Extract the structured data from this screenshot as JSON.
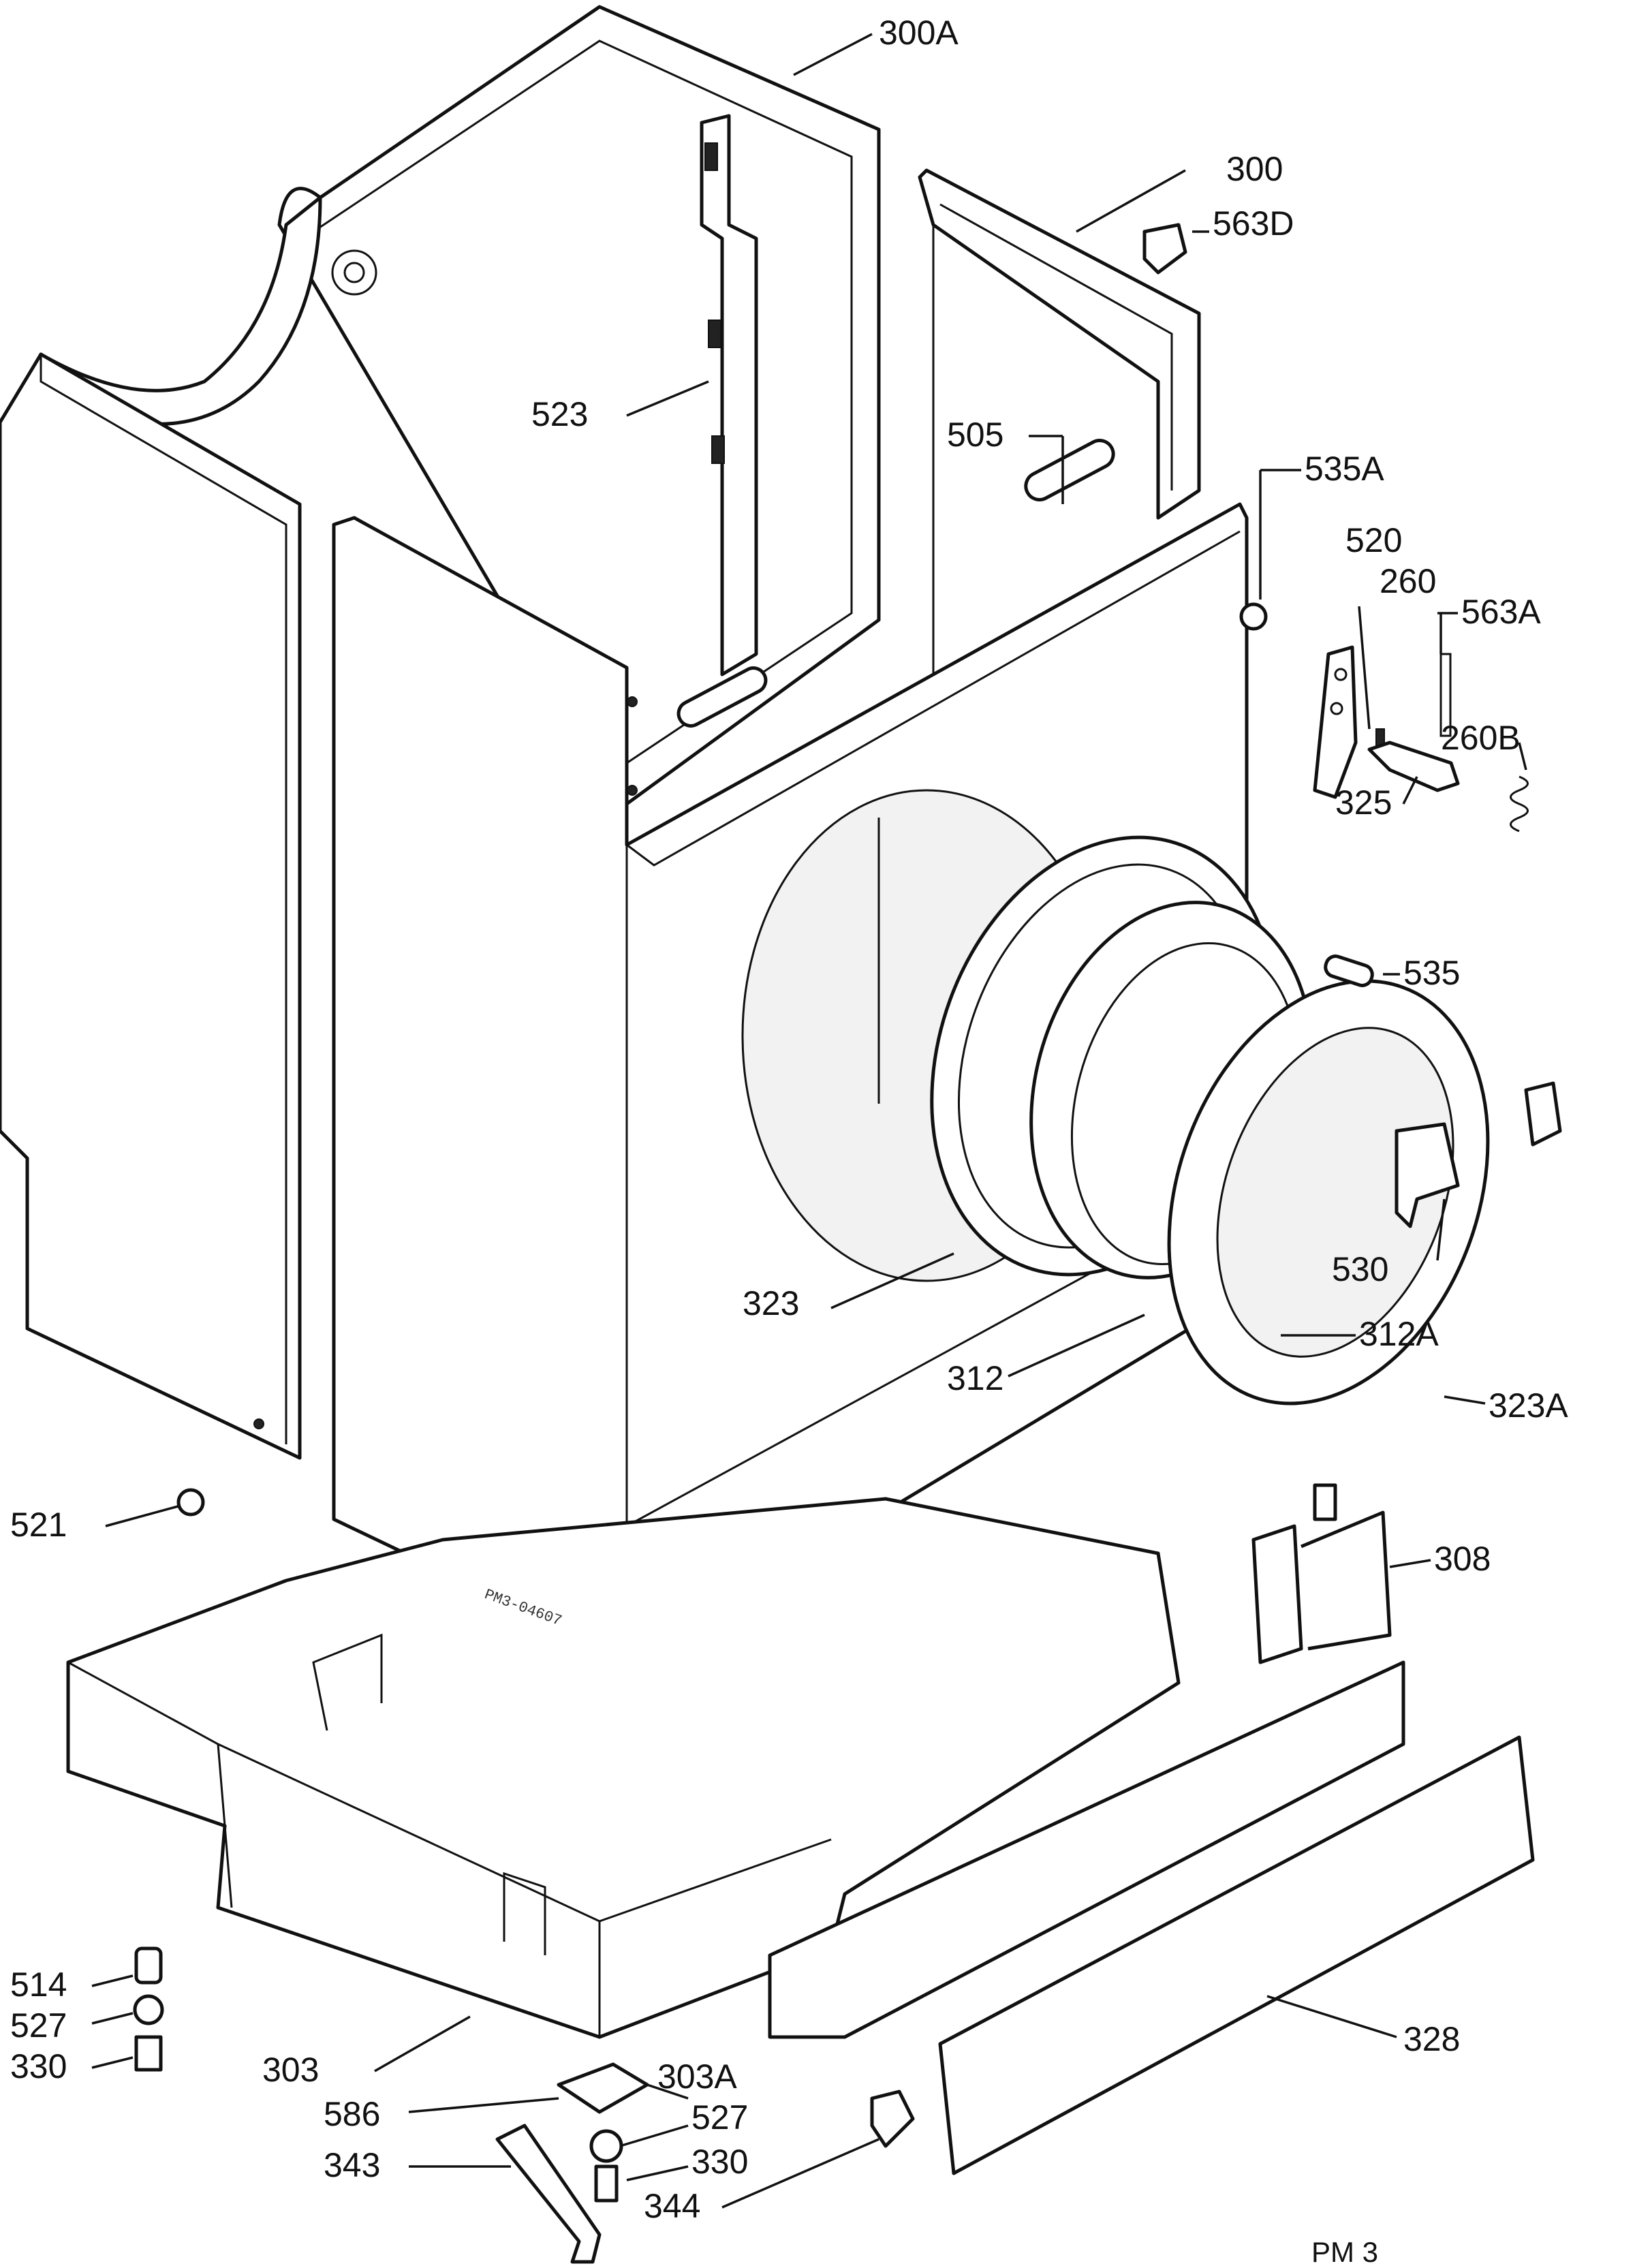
{
  "diagram": {
    "callouts": {
      "c300A": "300A",
      "c300": "300",
      "c563D": "563D",
      "c523": "523",
      "c505": "505",
      "c535A": "535A",
      "c520": "520",
      "c260": "260",
      "c563A": "563A",
      "c260B": "260B",
      "c325": "325",
      "c535": "535",
      "c530": "530",
      "c323": "323",
      "c312A": "312A",
      "c312": "312",
      "c323A": "323A",
      "c521": "521",
      "c308": "308",
      "c514": "514",
      "c527a": "527",
      "c330a": "330",
      "c303": "303",
      "c303A": "303A",
      "c328": "328",
      "c586": "586",
      "c527b": "527",
      "c343": "343",
      "c330b": "330",
      "c344": "344"
    },
    "stamp": "PM3-04607",
    "sheet_code": "PM 3"
  }
}
